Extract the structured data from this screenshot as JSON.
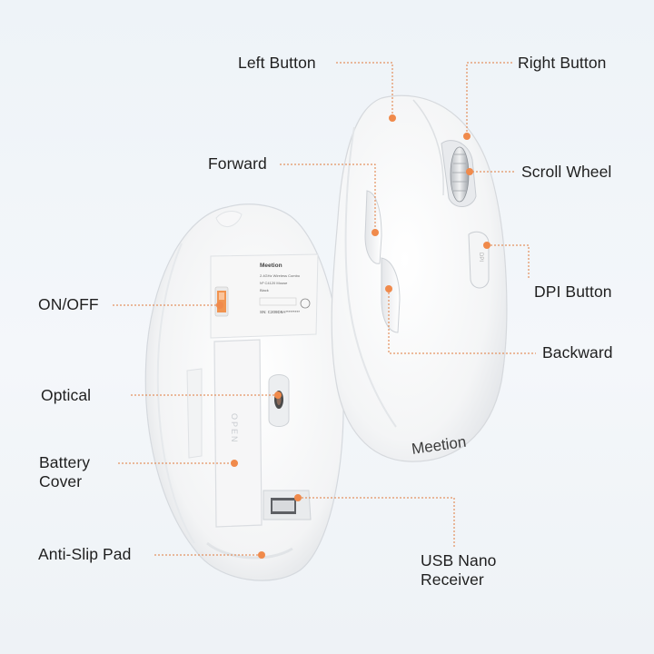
{
  "labels": {
    "left_button": "Left Button",
    "right_button": "Right Button",
    "forward": "Forward",
    "scroll_wheel": "Scroll Wheel",
    "dpi_button": "DPI Button",
    "on_off": "ON/OFF",
    "backward": "Backward",
    "optical": "Optical",
    "battery_cover_line1": "Battery",
    "battery_cover_line2": "Cover",
    "anti_slip_pad": "Anti-Slip Pad",
    "usb_line1": "USB Nano",
    "usb_line2": "Receiver"
  },
  "product_text": {
    "brand_logo": "Meetion",
    "bottom_label_brand": "Meetion",
    "bottom_label_line1": "2.4GHz Wireless Combo",
    "bottom_label_line2": "Nº C4120 Mouse",
    "bottom_label_line3": "Black",
    "bottom_label_sn": "SN: C209D9A*",
    "battery_engraving": "OPEN"
  },
  "colors": {
    "accent_orange": "#f08a4b",
    "leader_line": "#e07a3c",
    "mouse_white": "#fbfbfb",
    "shadow_grey": "#d9dde2",
    "background": "#eef3f8"
  }
}
